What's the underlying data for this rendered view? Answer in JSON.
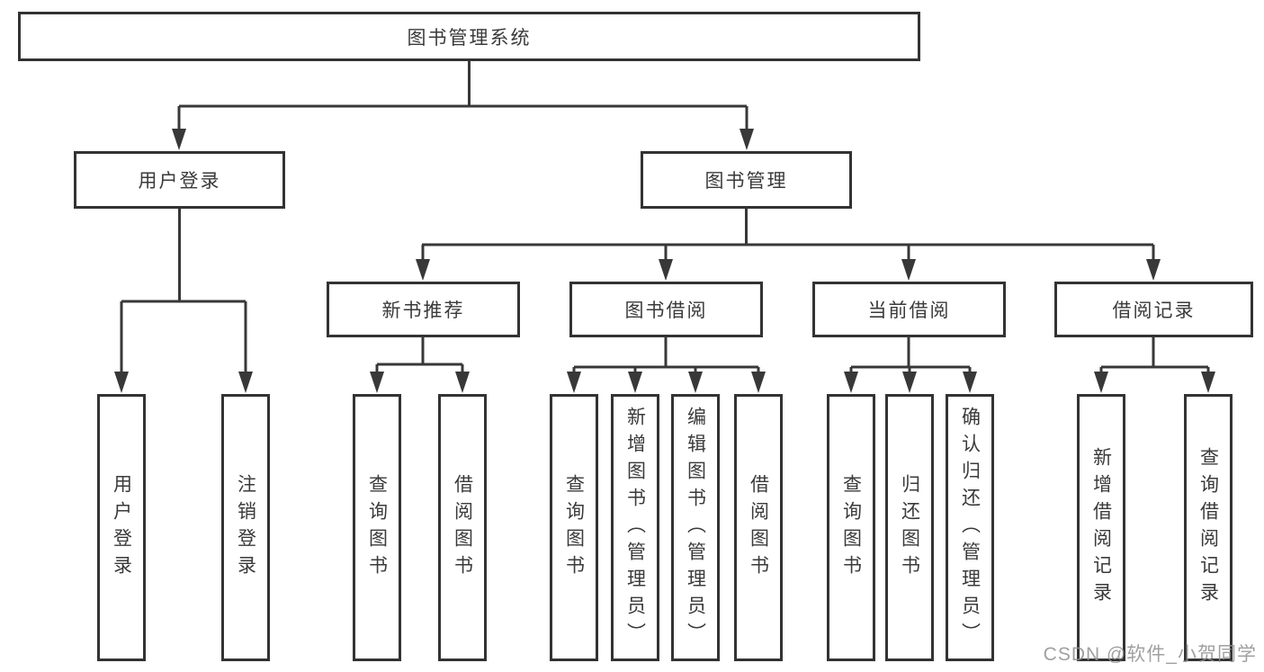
{
  "root": {
    "label": "图书管理系统"
  },
  "level2": [
    {
      "label": "用户登录"
    },
    {
      "label": "图书管理"
    }
  ],
  "level3": [
    {
      "label": "新书推荐"
    },
    {
      "label": "图书借阅"
    },
    {
      "label": "当前借阅"
    },
    {
      "label": "借阅记录"
    }
  ],
  "leaves": {
    "login": [
      "用户登录",
      "注销登录"
    ],
    "new_books": [
      "查询图书",
      "借阅图书"
    ],
    "book_borrow": [
      "查询图书",
      "新增图书（管理员）",
      "编辑图书（管理员）",
      "借阅图书"
    ],
    "current_borrow": [
      "查询图书",
      "归还图书",
      "确认归还（管理员）"
    ],
    "borrow_records": [
      "新增借阅记录",
      "查询借阅记录"
    ]
  },
  "watermark": "CSDN @软件_小贺同学",
  "colors": {
    "line": "#383838",
    "box_border": "#333333",
    "box_fill": "#ffffff",
    "text": "#3a3a3a",
    "watermark": "#8f8f8f"
  }
}
